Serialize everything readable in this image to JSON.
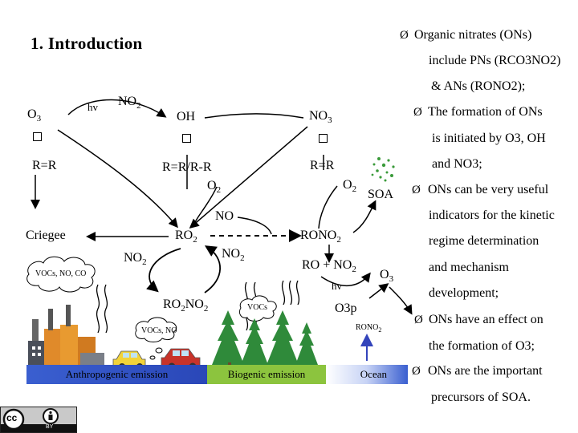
{
  "title": "1. Introduction",
  "species": {
    "o3_left": "O",
    "o3_left_sub": "3",
    "hv_top": "hv",
    "no2_top": "NO",
    "no2_top_sub": "2",
    "oh": "OH",
    "no3": "NO",
    "no3_sub": "3",
    "r_eq_r_left": "R=R",
    "r_eq_r_mid": "R=R/R-R",
    "r_eq_r_right": "R=R",
    "o2_mid": "O",
    "o2_mid_sub": "2",
    "o2_right": "O",
    "o2_right_sub": "2",
    "soa": "SOA",
    "no": "NO",
    "criegee": "Criegee",
    "ro2": "RO",
    "ro2_sub": "2",
    "rono2": "RONO",
    "rono2_sub": "2",
    "no2_left": "NO",
    "no2_left_sub": "2",
    "no2_right": "NO",
    "no2_right_sub": "2",
    "ro_no2": "RO + NO",
    "ro_no2_sub": "2",
    "o3_right": "O",
    "o3_right_sub": "3",
    "hv_right": "hv",
    "ro2no2": "RO",
    "ro2no2_sub": "2",
    "ro2no2_tail": "NO",
    "ro2no2_tail_sub": "2",
    "o3p": "O3p",
    "rono2_small": "RONO",
    "rono2_small_sub": "2"
  },
  "clouds": {
    "cloud_left": "VOCs, NO, CO",
    "cloud_vocs": "VOCs",
    "cloud_city": "VOCs, NO"
  },
  "emission_bars": {
    "anthropogenic": "Anthropogenic emission",
    "biogenic": "Biogenic emission",
    "ocean": "Ocean"
  },
  "bullets": [
    {
      "arrow": "Ø",
      "lines": [
        "Organic nitrates (ONs)",
        "include PNs (RCO3NO2)",
        "& ANs (RONO2);"
      ]
    },
    {
      "arrow": "Ø",
      "lines": [
        "The formation of ONs",
        "is initiated by O3, OH",
        "and NO3;"
      ]
    },
    {
      "arrow": "Ø",
      "lines": [
        "ONs can be very useful",
        "indicators for the kinetic",
        "regime determination",
        "and mechanism",
        "development;"
      ]
    },
    {
      "arrow": "Ø",
      "lines": [
        "ONs have an effect on",
        "the formation of O3;"
      ]
    },
    {
      "arrow": "Ø",
      "lines": [
        "ONs are the important",
        "precursors of SOA."
      ]
    }
  ],
  "license": {
    "cc": "cc",
    "by": "BY"
  },
  "colors": {
    "bar_blue": "#3355cc",
    "bar_green": "#88c040",
    "dot_green": "#3a9a3a",
    "tree_green": "#2f8a3a",
    "ocean_arrow": "#3344bb"
  }
}
